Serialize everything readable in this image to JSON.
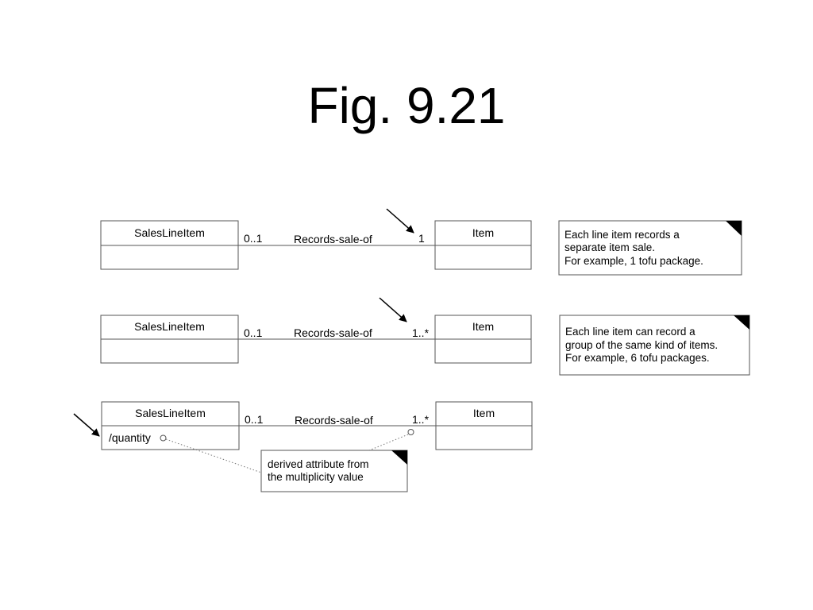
{
  "title": "Fig. 9.21",
  "rows": [
    {
      "left_class": "SalesLineItem",
      "left_multiplicity": "0..1",
      "association": "Records-sale-of",
      "right_multiplicity": "1",
      "right_class": "Item",
      "note": [
        "Each line item records a",
        "separate item sale.",
        "For example, 1 tofu package."
      ]
    },
    {
      "left_class": "SalesLineItem",
      "left_multiplicity": "0..1",
      "association": "Records-sale-of",
      "right_multiplicity": "1..*",
      "right_class": "Item",
      "note": [
        "Each line item can record a",
        "group of the same kind of items.",
        "For example, 6 tofu packages."
      ]
    },
    {
      "left_class": "SalesLineItem",
      "left_attribute": "/quantity",
      "left_multiplicity": "0..1",
      "association": "Records-sale-of",
      "right_multiplicity": "1..*",
      "right_class": "Item",
      "note": [
        "derived attribute from",
        "the multiplicity value"
      ]
    }
  ]
}
